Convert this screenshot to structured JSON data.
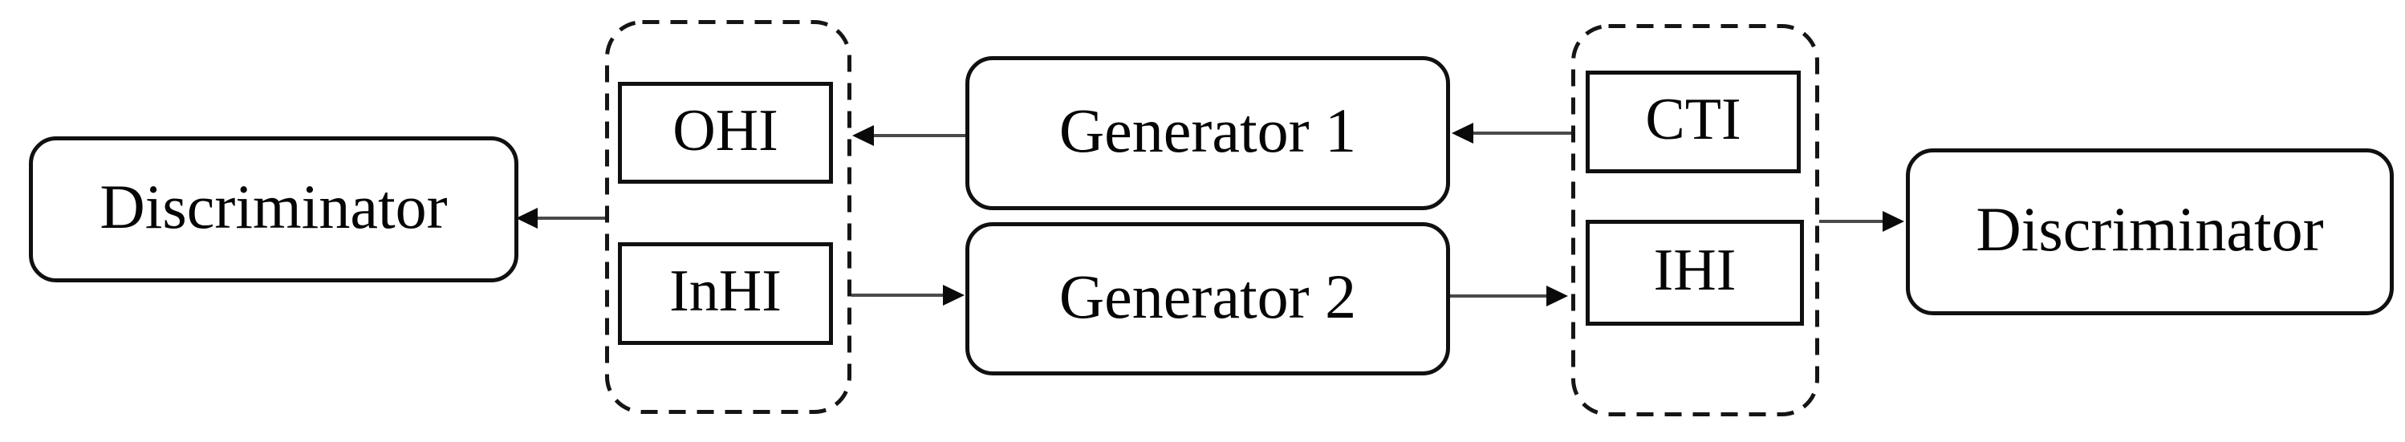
{
  "diagram": {
    "nodes": {
      "discriminator_left": {
        "label": "Discriminator"
      },
      "ohi": {
        "label": "OHI"
      },
      "inhi": {
        "label": "InHI"
      },
      "generator1": {
        "label": "Generator 1"
      },
      "generator2": {
        "label": "Generator 2"
      },
      "cti": {
        "label": "CTI"
      },
      "ihi": {
        "label": "IHI"
      },
      "discriminator_right": {
        "label": "Discriminator"
      }
    },
    "groups": [
      {
        "id": "group-left",
        "style": "dashed-rounded",
        "members": [
          "ohi",
          "inhi"
        ]
      },
      {
        "id": "group-right",
        "style": "dashed-rounded",
        "members": [
          "cti",
          "ihi"
        ]
      }
    ],
    "edges": [
      {
        "from": "group-left",
        "to": "discriminator_left"
      },
      {
        "from": "generator1",
        "to": "ohi"
      },
      {
        "from": "inhi",
        "to": "generator2"
      },
      {
        "from": "cti",
        "to": "generator1"
      },
      {
        "from": "generator2",
        "to": "ihi"
      },
      {
        "from": "group-right",
        "to": "discriminator_right"
      }
    ],
    "colors": {
      "background": "#ffffff",
      "box_stroke": "#101010",
      "dashed_stroke": "#151515",
      "arrow_line": "#4a4a4a",
      "arrow_head": "#0a0a0a",
      "text": "#050505"
    }
  }
}
